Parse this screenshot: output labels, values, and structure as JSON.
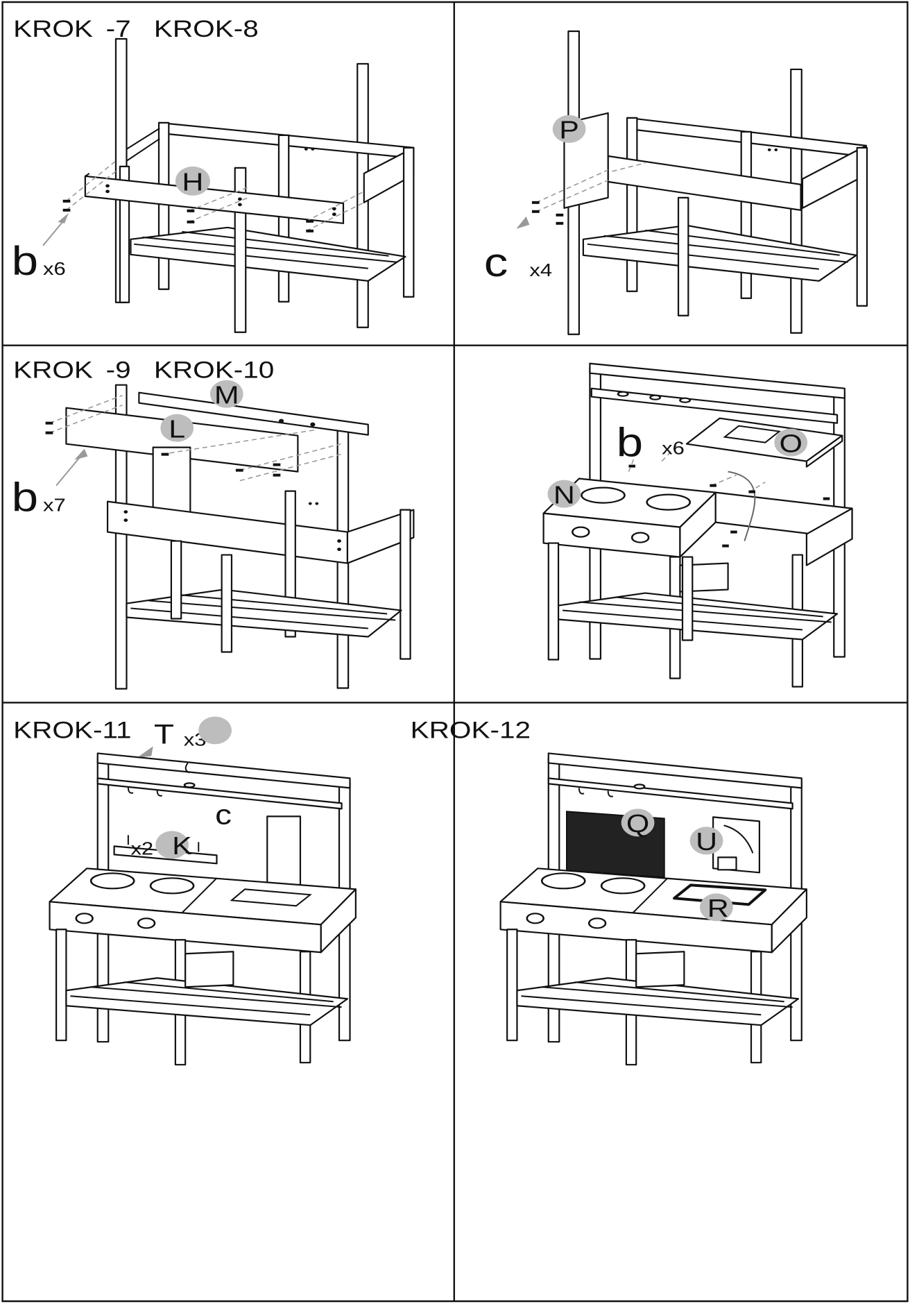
{
  "panels": [
    {
      "steps": [
        "KROK",
        "-7",
        "KROK-8"
      ],
      "parts": [
        "H"
      ],
      "fastener": {
        "letter": "b",
        "qty": "x6"
      }
    },
    {
      "steps": [],
      "parts": [
        "P"
      ],
      "fastener": {
        "letter": "c",
        "qty": "x4"
      }
    },
    {
      "steps": [
        "KROK",
        "-9",
        "KROK-10"
      ],
      "parts": [
        "M",
        "L"
      ],
      "fastener": {
        "letter": "b",
        "qty": "x7"
      }
    },
    {
      "steps": [],
      "parts": [
        "O",
        "N"
      ],
      "fastener": {
        "letter": "b",
        "qty": "x6"
      }
    },
    {
      "steps": [
        "KROK-11"
      ],
      "parts": [
        "T",
        "K"
      ],
      "qty_t": "x3",
      "qty_k": "x2",
      "fastener": {
        "letter": "c"
      }
    },
    {
      "steps": [
        "KROK-12"
      ],
      "parts": [
        "Q",
        "U",
        "R"
      ]
    }
  ],
  "colors": {
    "line": "#111111",
    "badge": "#bdbdbd",
    "arrow": "#999999",
    "chalkboard": "#222222"
  }
}
